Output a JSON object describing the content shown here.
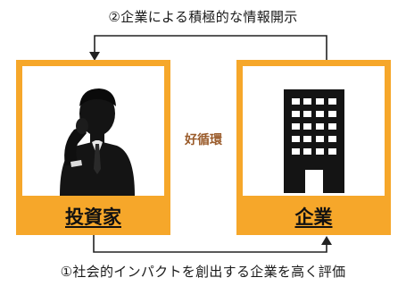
{
  "top_caption": "②企業による積極的な情報開示",
  "bottom_caption": "①社会的インパクトを創出する企業を高く評価",
  "center_label": "好循環",
  "investor": {
    "label": "投資家",
    "icon": "businessman-on-phone-icon"
  },
  "company": {
    "label": "企業",
    "icon": "office-building-icon"
  },
  "colors": {
    "box_border": "#f6a72a",
    "arrow": "#222222",
    "center_label": "#9a5b2a"
  }
}
